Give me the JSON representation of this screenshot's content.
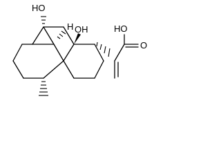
{
  "molecule": {
    "labels": {
      "hydroxyl_top_left": "HO",
      "methine_h": "H",
      "hydroxyl_middle": "OH",
      "acid_hydroxyl": "HO",
      "carbonyl_oxygen": "O"
    }
  }
}
